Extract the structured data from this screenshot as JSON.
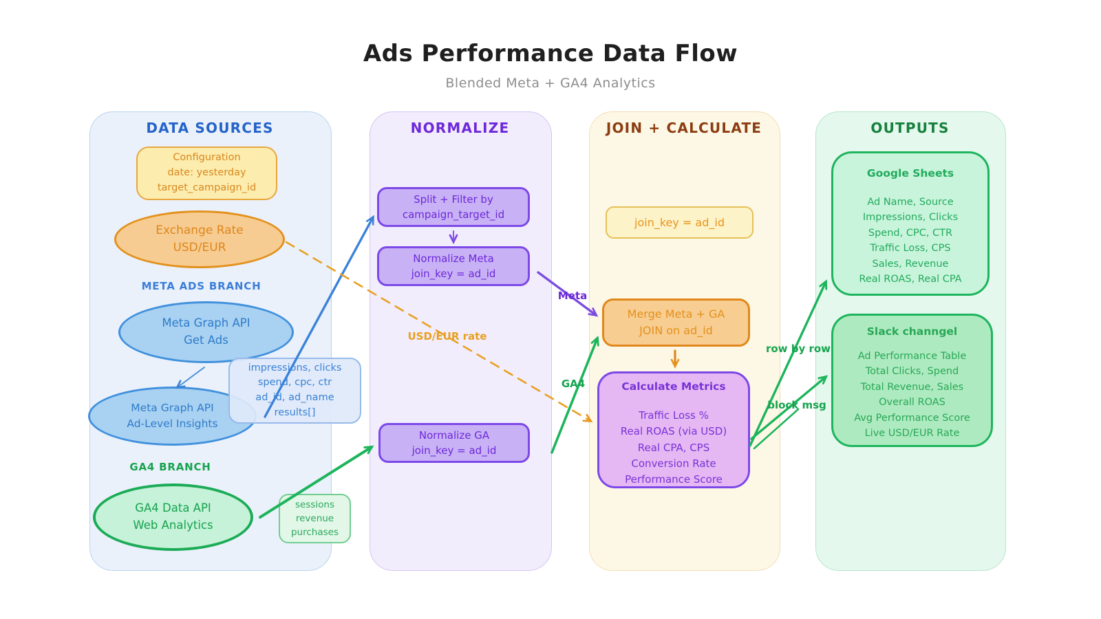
{
  "title": "Ads Performance Data Flow",
  "subtitle": "Blended Meta + GA4 Analytics",
  "colors": {
    "blue_header": "#2563c9",
    "blue_node_border": "#4090dc",
    "blue_node_fill": "#a9d1f2",
    "purple_header": "#6d28d9",
    "purple_node_border": "#7c48e8",
    "purple_node_fill": "#c8b2f5",
    "brown_header": "#8b3d12",
    "orange_border": "#e3911c",
    "orange_fill": "#f7cc92",
    "yellow_fill": "#fcecae",
    "green_header": "#15803d",
    "green_border": "#1cb45c",
    "green_fill": "#c9f4dc",
    "magenta_fill": "#e6b8f3"
  },
  "data_sources": {
    "header": "DATA SOURCES",
    "config": "Configuration\ndate: yesterday\ntarget_campaign_id",
    "exchange": "Exchange Rate\nUSD/EUR",
    "meta_branch": "META ADS BRANCH",
    "get_ads": "Meta Graph API\nGet Ads",
    "insights": "Meta Graph API\nAd-Level Insights",
    "meta_fields": "impressions, clicks\nspend, cpc, ctr\nad_id, ad_name\nresults[]",
    "ga4_branch": "GA4 BRANCH",
    "ga4_api": "GA4 Data API\nWeb Analytics",
    "ga4_fields": "sessions\nrevenue\npurchases"
  },
  "normalize": {
    "header": "NORMALIZE",
    "split": "Split + Filter by\ncampaign_target_id",
    "norm_meta": "Normalize Meta\njoin_key = ad_id",
    "norm_ga": "Normalize GA\njoin_key = ad_id"
  },
  "join_calculate": {
    "header": "JOIN + CALCULATE",
    "join_key": "join_key = ad_id",
    "merge": "Merge Meta + GA\nJOIN on ad_id",
    "calc_title": "Calculate Metrics",
    "calc_body": "Traffic Loss %\nReal ROAS (via USD)\nReal CPA, CPS\nConversion Rate\nPerformance Score"
  },
  "outputs": {
    "header": "OUTPUTS",
    "sheets_title": "Google Sheets",
    "sheets_body": "Ad Name, Source\nImpressions, Clicks\nSpend, CPC, CTR\nTraffic Loss, CPS\nSales, Revenue\nReal ROAS, Real CPA",
    "slack_title": "Slack channgel",
    "slack_body": "Ad Performance Table\nTotal Clicks, Spend\nTotal Revenue, Sales\nOverall ROAS\nAvg Performance Score\nLive USD/EUR Rate"
  },
  "edge_labels": {
    "usd_rate": "USD/EUR rate",
    "meta": "Meta",
    "ga4": "GA4",
    "row_by_row": "row by row",
    "block_msg": "block msg"
  }
}
